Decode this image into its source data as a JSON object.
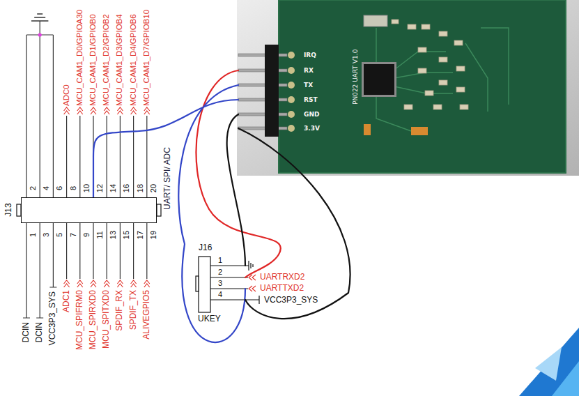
{
  "diagram": {
    "nodes": [
      {
        "text": [
          "J13",
          "UART/ SPI/ ADC"
        ]
      },
      {
        "text": [
          "IRQ",
          "RX",
          "TX",
          "RST",
          "GND",
          "3.3V",
          "PN022 UART V1.0"
        ]
      },
      {
        "text": [
          "J16",
          "UKEY"
        ]
      }
    ],
    "edges": [
      {
        "from": 1,
        "to": 0,
        "arrow": "none"
      },
      {
        "from": 1,
        "to": 2,
        "arrow": "none"
      },
      {
        "from": 1,
        "to": 2,
        "arrow": "none"
      },
      {
        "from": 1,
        "to": 2,
        "arrow": "none"
      },
      {
        "from": 1,
        "to": 2,
        "arrow": "none"
      }
    ],
    "labels": [
      "2",
      "4",
      "6",
      "8",
      "10",
      "12",
      "14",
      "16",
      "18",
      "20",
      "ADC0",
      "MCU_CAM1_D0/GPIOA30",
      "MCU_CAM1_D1/GPIOB0",
      "MCU_CAM1_D2/GPIOB2",
      "MCU_CAM1_D3/GPIOB4",
      "MCU_CAM1_D4/GPIOB6",
      "MCU_CAM1_D7/GPIOB10",
      "1",
      "3",
      "5",
      "7",
      "9",
      "11",
      "13",
      "15",
      "17",
      "19",
      "DCIN",
      "DCIN",
      "VCC3P3_SYS",
      "ADC1",
      "MCU_SPIFRM0",
      "MCU_SPIRXD0",
      "MCU_SPITXD0",
      "SPDIF_RX",
      "SPDIF_TX",
      "ALIVEGPIO5",
      "1",
      "2",
      "3",
      "4",
      "UARTRXD2",
      "UARTTXD2",
      "VCC3P3_SYS"
    ]
  }
}
